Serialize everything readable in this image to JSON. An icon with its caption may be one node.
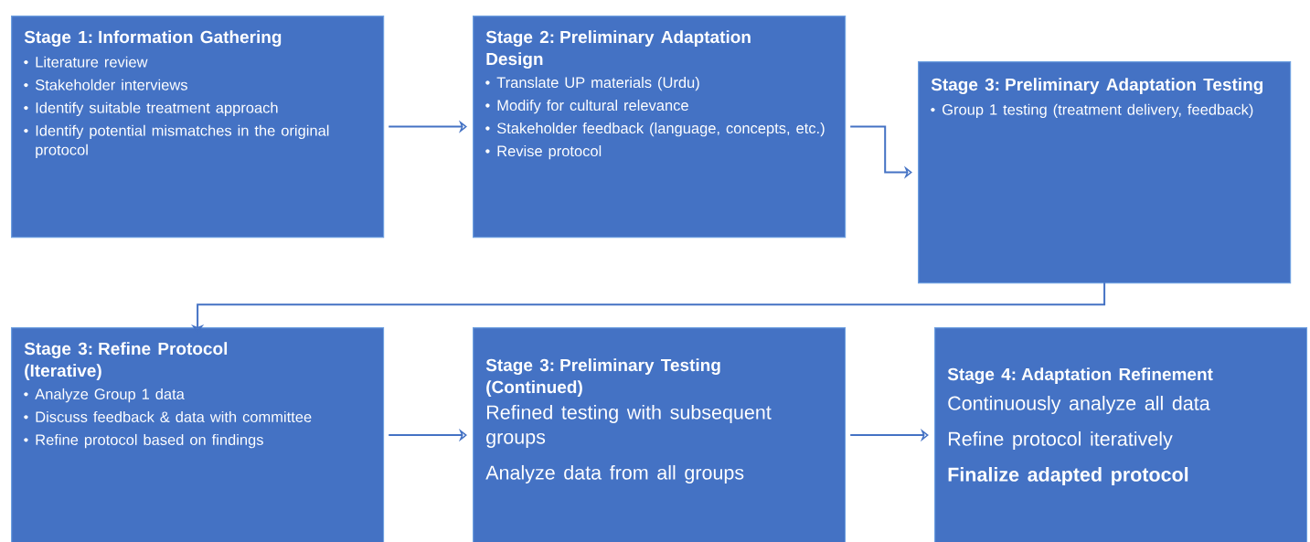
{
  "diagram": {
    "nodes": [
      {
        "text": [
          "Stage 1: Information Gathering",
          "Literature review",
          "Stakeholder interviews",
          "Identify suitable treatment approach",
          "Identify potential mismatches in the original protocol"
        ]
      },
      {
        "text": [
          "Stage 2: Preliminary Adaptation Design",
          "Translate UP materials (Urdu)",
          "Modify for cultural relevance",
          "Stakeholder feedback (language, concepts, etc.)",
          "Revise protocol"
        ]
      },
      {
        "text": [
          "Stage 3: Preliminary Adaptation Testing",
          "Group 1 testing (treatment delivery, feedback)"
        ]
      },
      {
        "text": [
          "Stage 3: Refine Protocol (Iterative)",
          "Analyze Group 1 data",
          "Discuss feedback & data with committee",
          "Refine protocol based on findings"
        ]
      },
      {
        "text": [
          "Stage 3: Preliminary Testing (Continued)",
          "Refined testing with subsequent groups",
          "Analyze data from all groups"
        ]
      },
      {
        "text": [
          "Stage 4: Adaptation Refinement",
          "Continuously analyze all data",
          "Refine protocol iteratively",
          "Finalize adapted protocol"
        ]
      }
    ],
    "edges": [
      {
        "from": 0,
        "to": 1,
        "arrow": "to"
      },
      {
        "from": 1,
        "to": 2,
        "arrow": "to"
      },
      {
        "from": 2,
        "to": 3,
        "arrow": "to"
      },
      {
        "from": 3,
        "to": 4,
        "arrow": "to"
      },
      {
        "from": 4,
        "to": 5,
        "arrow": "to"
      }
    ]
  }
}
